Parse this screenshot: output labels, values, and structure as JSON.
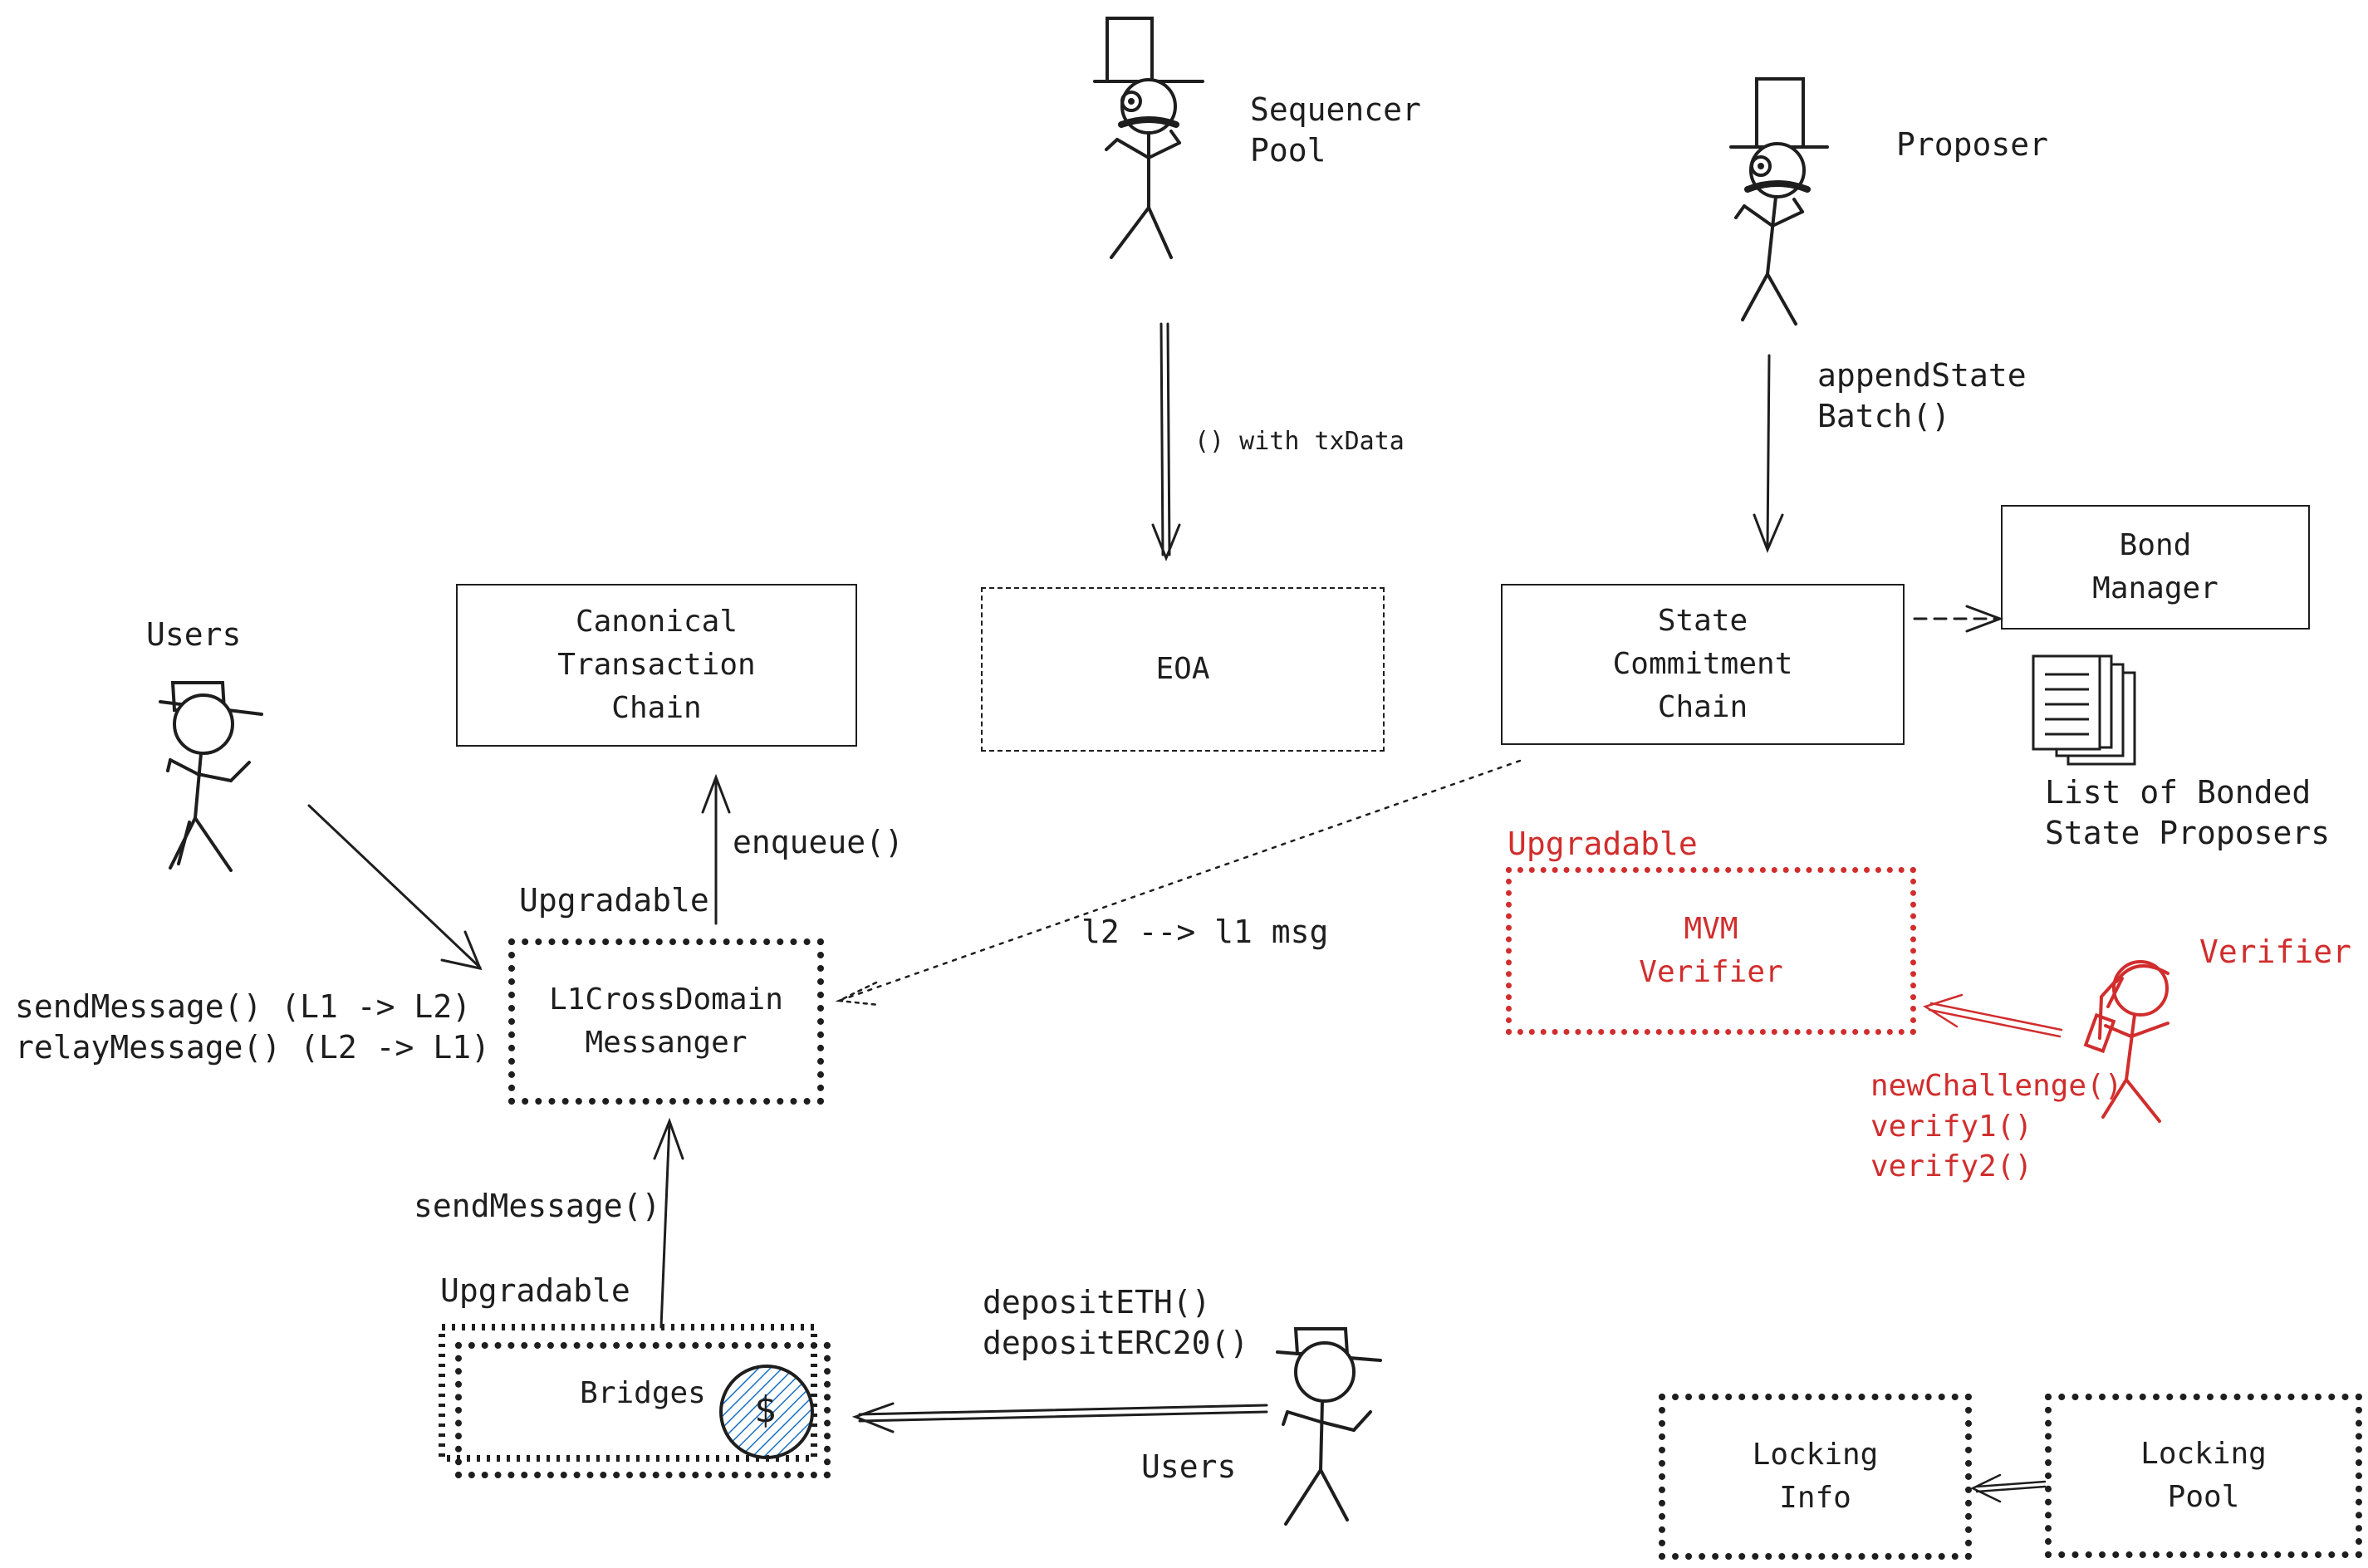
{
  "actors": {
    "sequencer_pool": "Sequencer\nPool",
    "proposer": "Proposer",
    "users_left": "Users",
    "users_bottom": "Users",
    "verifier": "Verifier"
  },
  "boxes": {
    "ctc": "Canonical\nTransaction\nChain",
    "eoa": "EOA",
    "scc": "State\nCommitment\nChain",
    "bond_manager": "Bond\nManager",
    "l1_messenger": "L1CrossDomain\nMessanger",
    "mvm_verifier": "MVM\nVerifier",
    "bridges": "Bridges",
    "locking_info": "Locking\nInfo",
    "locking_pool": "Locking\nPool"
  },
  "labels": {
    "with_txdata": "() with txData",
    "append_state_batch": "appendState\nBatch()",
    "enqueue": "enqueue()",
    "upgradable_messenger": "Upgradable",
    "l2_l1_msg": "l2 --> l1 msg",
    "list_bonded": "List of Bonded\nState Proposers",
    "upgradable_mvm": "Upgradable",
    "send_relay": "sendMessage() (L1 -> L2)\nrelayMessage() (L2 -> L1)",
    "send_message": "sendMessage()",
    "upgradable_bridges": "Upgradable",
    "deposit": "depositETH()\ndepositERC20()",
    "verifier_calls": "newChallenge()\nverify1()\nverify2()",
    "dollar": "$"
  },
  "colors": {
    "ink": "#1e1e1e",
    "accent_red": "#d12d2d",
    "coin_blue": "#1971c2"
  }
}
